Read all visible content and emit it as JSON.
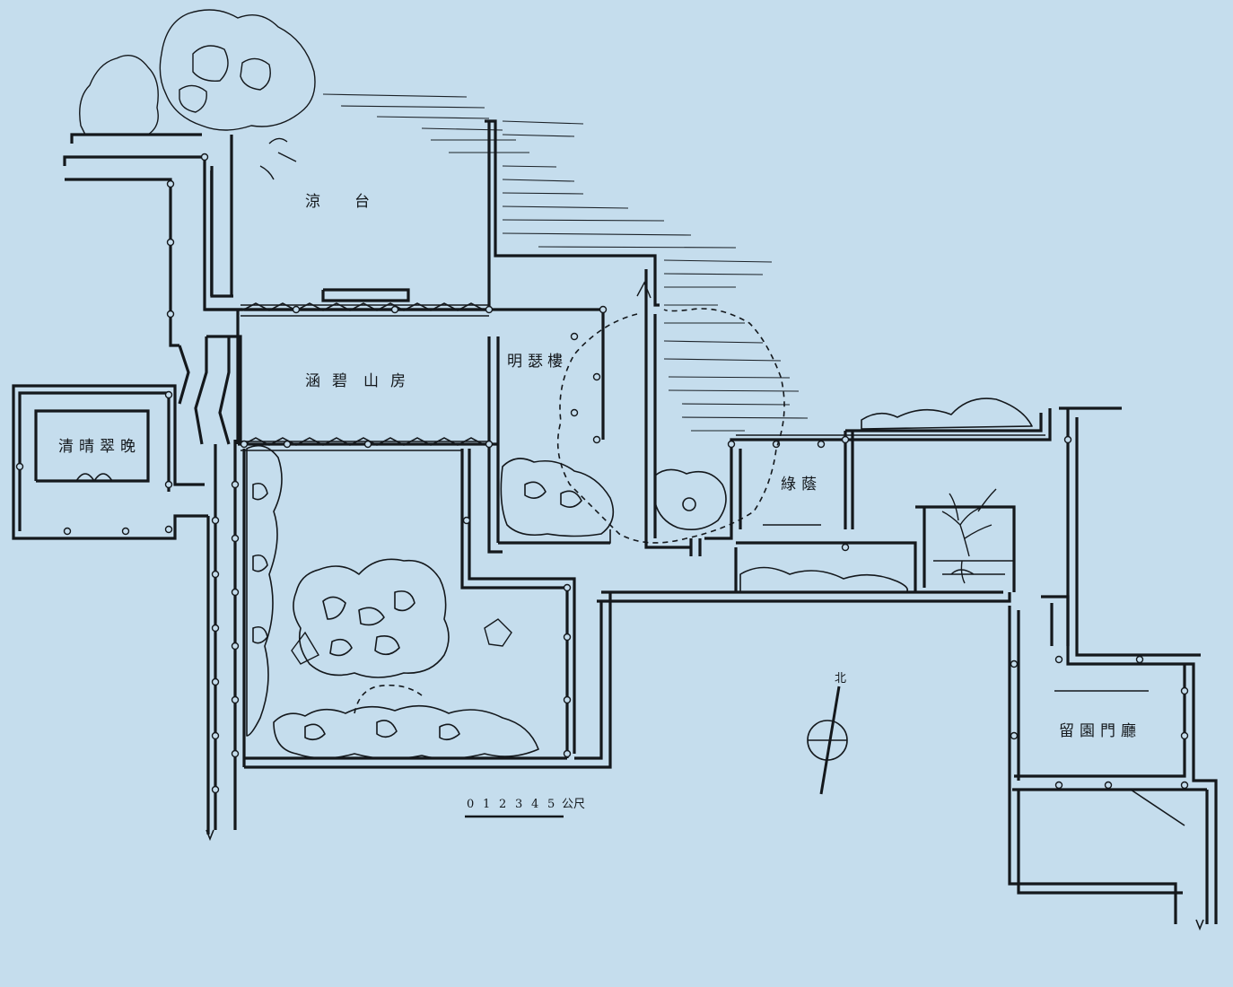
{
  "buildings": {
    "liangtai": {
      "chars": [
        "涼",
        "台"
      ]
    },
    "hanbi_shanfang": {
      "chars": [
        "涵",
        "碧",
        "山",
        "房"
      ]
    },
    "mingse_lou": {
      "chars": [
        "明",
        "瑟",
        "樓"
      ]
    },
    "wanxi_qingyun": {
      "chars": [
        "晚",
        "翠",
        "晴",
        "清"
      ]
    },
    "lvyin": {
      "chars": [
        "綠",
        "蔭"
      ]
    },
    "liuyuan_menting": {
      "chars": [
        "留",
        "園",
        "門",
        "廳"
      ]
    }
  },
  "north_arrow": {
    "label": "北"
  },
  "scale_bar": {
    "ticks": [
      "0",
      "1",
      "2",
      "3",
      "4",
      "5"
    ],
    "unit": "公尺"
  }
}
